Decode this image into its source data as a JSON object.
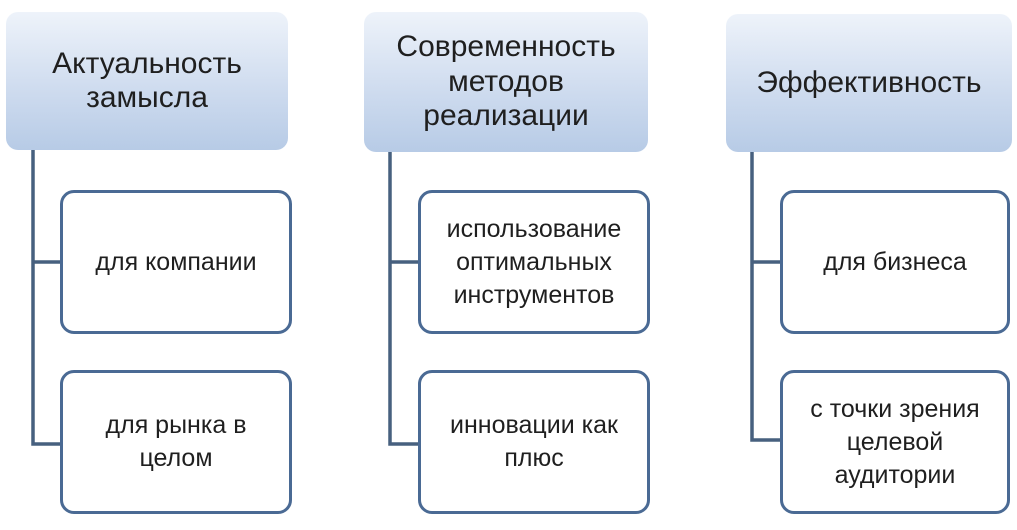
{
  "columns": [
    {
      "title": "Актуальность замысла",
      "items": [
        "для компании",
        "для рынка в целом"
      ]
    },
    {
      "title": "Современность методов реализации",
      "items": [
        "использование оптимальных инструментов",
        "инновации как плюс"
      ]
    },
    {
      "title": "Эффективность",
      "items": [
        "для бизнеса",
        "с точки зрения целевой аудитории"
      ]
    }
  ],
  "colors": {
    "header_gradient_top": "#eef3fa",
    "header_gradient_bottom": "#b7cbe6",
    "child_border": "#4a6a94",
    "connector": "#47607f"
  }
}
